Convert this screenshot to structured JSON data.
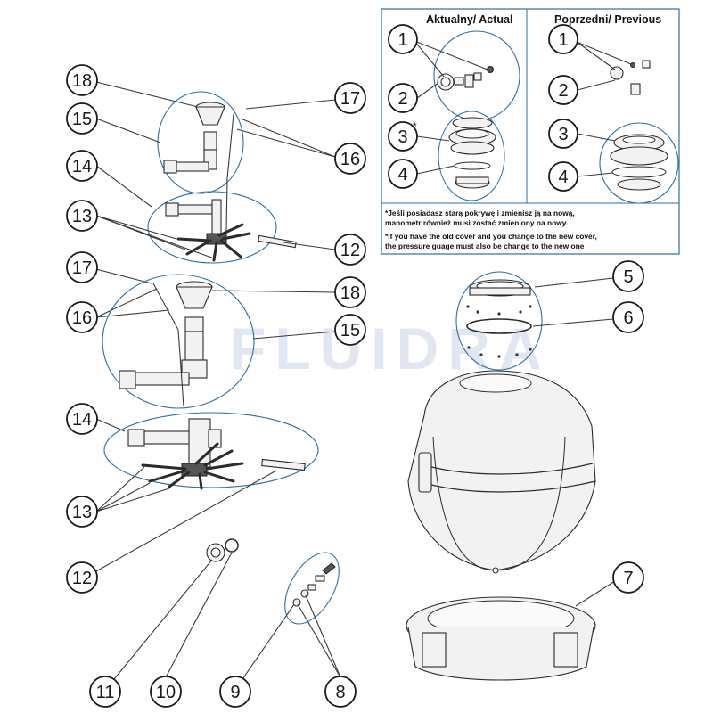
{
  "watermark": "FLUIDRA",
  "inset": {
    "actual_header": "Aktualny/ Actual",
    "previous_header": "Poprzedni/ Previous",
    "actual_callouts": [
      "1",
      "2",
      "3",
      "4"
    ],
    "actual_star": "*",
    "previous_callouts": [
      "1",
      "2",
      "3",
      "4"
    ],
    "note_lines": [
      "*Jeśli posiadasz starą pokrywę i zmienisz ją na nową,",
      "manometr również musi zostać zmieniony na nowy.",
      "*If you have the old cover and you change to the new cover,",
      "the pressure guage must also be change to the new one"
    ]
  },
  "callouts": {
    "c18_top": "18",
    "c15_top": "15",
    "c17_top": "17",
    "c16_top": "16",
    "c14_top": "14",
    "c13_top": "13",
    "c12_top": "12",
    "c17_mid": "17",
    "c18_mid": "18",
    "c16_mid": "16",
    "c15_mid": "15",
    "c14_low": "14",
    "c13_low": "13",
    "c12_low": "12",
    "c5": "5",
    "c6": "6",
    "c7": "7",
    "c11": "11",
    "c10": "10",
    "c9": "9",
    "c8": "8"
  }
}
